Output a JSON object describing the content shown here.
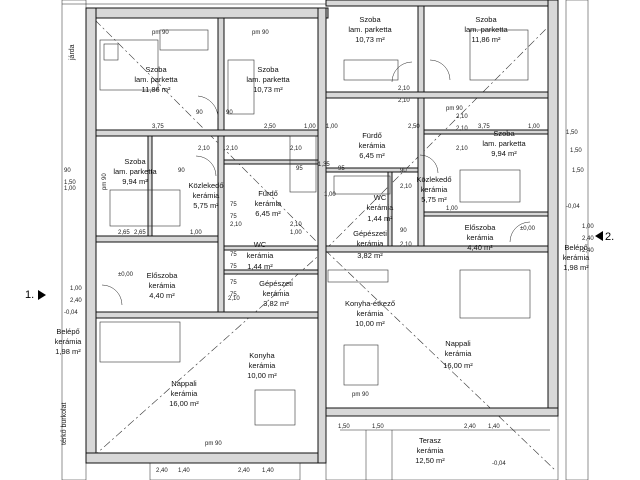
{
  "markers": {
    "section1": "1.",
    "section2": "2."
  },
  "rooms": {
    "szoba_left_big": {
      "name": "Szoba",
      "floor": "lam. parketta",
      "area": "11,86 m²"
    },
    "szoba_left_mid": {
      "name": "Szoba",
      "floor": "lam. parketta",
      "area": "10,73 m²"
    },
    "szoba_left_small": {
      "name": "Szoba",
      "floor": "lam. parketta",
      "area": "9,94 m²"
    },
    "kozlekedo_left": {
      "name": "Közlekedő",
      "floor": "kerámia",
      "area": "5,75 m²"
    },
    "furdo_left": {
      "name": "Fürdő",
      "floor": "kerámia",
      "area": "6,45 m²"
    },
    "wc_left": {
      "name": "WC",
      "floor": "kerámia",
      "area": "1,44 m²"
    },
    "eloszoba_left": {
      "name": "Előszoba",
      "floor": "kerámia",
      "area": "4,40 m²"
    },
    "gepeszeti_left": {
      "name": "Gépészeti",
      "floor": "kerámia",
      "area": "3,82 m²"
    },
    "belepo_left": {
      "name": "Belépő",
      "floor": "kerámia",
      "area": "1,98 m²"
    },
    "nappali_left": {
      "name": "Nappali",
      "floor": "kerámia",
      "area": "16,00 m²"
    },
    "konyha_left": {
      "name": "Konyha",
      "floor": "kerámia",
      "area": "10,00 m²"
    },
    "szoba_right_mid": {
      "name": "Szoba",
      "floor": "lam. parketta",
      "area": "10,73 m²"
    },
    "szoba_right_big": {
      "name": "Szoba",
      "floor": "lam. parketta",
      "area": "11,86 m²"
    },
    "furdo_right": {
      "name": "Fürdő",
      "floor": "kerámia",
      "area": "6,45 m²"
    },
    "szoba_right_small": {
      "name": "Szoba",
      "floor": "lam. parketta",
      "area": "9,94 m²"
    },
    "wc_right": {
      "name": "WC",
      "floor": "kerámia",
      "area": "1,44 m²"
    },
    "kozlekedo_right": {
      "name": "Közlekedő",
      "floor": "kerámia",
      "area": "5,75 m²"
    },
    "gepeszeti_right": {
      "name": "Gépészeti",
      "floor": "kerámia",
      "area": "3,82 m²"
    },
    "eloszoba_right": {
      "name": "Előszoba",
      "floor": "kerámia",
      "area": "4,40 m²"
    },
    "belepo_right": {
      "name": "Belépő",
      "floor": "kerámia",
      "area": "1,98 m²"
    },
    "konyha_etkezo_right": {
      "name": "Konyha-étkező",
      "floor": "kerámia",
      "area": "10,00 m²"
    },
    "nappali_right": {
      "name": "Nappali",
      "floor": "kerámia",
      "area": "16,00 m²"
    },
    "terasz_right": {
      "name": "Terasz",
      "floor": "kerámia",
      "area": "12,50 m²"
    }
  },
  "labels": {
    "jarda": "járda",
    "jarda_bottom": "térkő burkolat",
    "pm90_top_left": "pm 90",
    "pm90_top_mid": "pm 90",
    "pm90_right_top": "pm 90",
    "pm90_bottom_left": "pm 90",
    "pm90_bottom_right": "pm 90",
    "pm90_left_side": "pm 90",
    "level_left": "±0,00",
    "level_right": "±0,00",
    "level_belepo_left": "-0,04",
    "level_belepo_right": "-0,04",
    "level_terasz": "-0,04"
  },
  "dims": [
    "3,75",
    "2,50",
    "1,00",
    "1,50",
    "2,65",
    "1,00",
    "2,40",
    "1,00",
    "90",
    "90",
    "90",
    "90",
    "2,10",
    "2,10",
    "2,10",
    "2,10",
    "2,10",
    "2,10",
    "75",
    "75",
    "75",
    "75",
    "75",
    "75",
    "2,10",
    "2,10",
    "2,10",
    "2,10",
    "3,75",
    "2,50",
    "1,00",
    "1,00",
    "1,50",
    "2,40",
    "1,00",
    "2,40",
    "1,40",
    "2,40",
    "1,40",
    "1,50",
    "1,50",
    "2,40",
    "1,40",
    "1,35",
    "1,00",
    "1,00",
    "1,50",
    "90",
    "90",
    "2,10",
    "2,10",
    "95",
    "95",
    "2,10",
    "2,65",
    "1,00",
    "1,50",
    "2,40",
    "1,00"
  ]
}
